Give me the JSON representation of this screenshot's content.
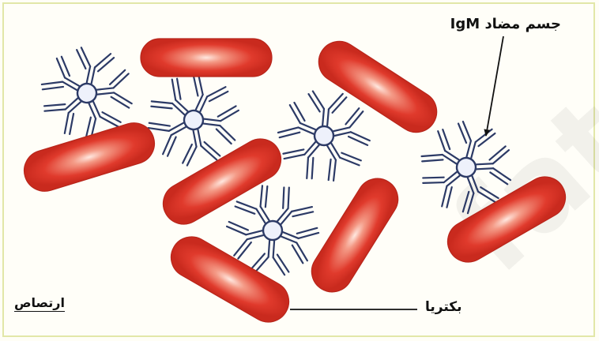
{
  "labels": {
    "antibody": "جسم مضاد IgM",
    "bacteria": "بكتريا",
    "agglutination": "ارتصاص"
  },
  "colors": {
    "bacterium": "#e03a2c",
    "bacterium_highlight": "#ffe8e0",
    "antibody_stroke": "#2c3a66",
    "frame": "#e2e7a8"
  },
  "icons": {
    "antibody": "igm-pentamer-icon",
    "bacterium": "rod-bacterium-icon"
  },
  "watermark_text": "fatah"
}
